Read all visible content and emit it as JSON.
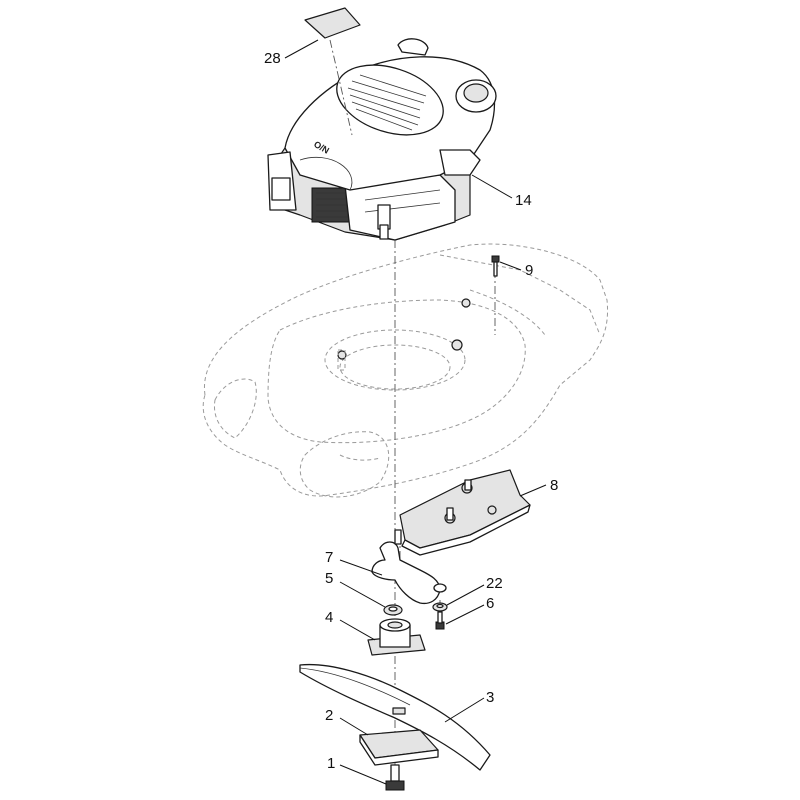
{
  "callouts": {
    "c1": "1",
    "c2": "2",
    "c3": "3",
    "c4": "4",
    "c5": "5",
    "c6": "6",
    "c7": "7",
    "c8": "8",
    "c9": "9",
    "c14": "14",
    "c22": "22",
    "c28": "28"
  },
  "engine_marking": "O/N"
}
